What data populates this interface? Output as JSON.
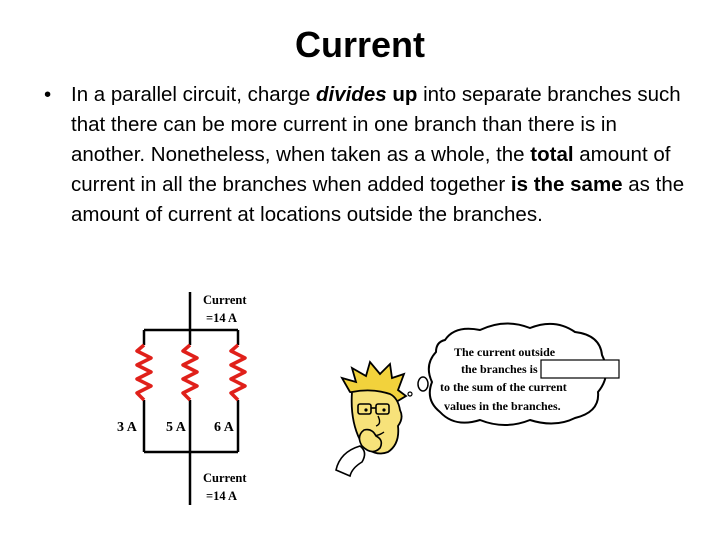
{
  "slide": {
    "title": "Current",
    "bullet_symbol": "•",
    "bullet_runs": [
      {
        "text": "In a parallel circuit, charge ",
        "style": "normal"
      },
      {
        "text": "divides",
        "style": "bold-italic"
      },
      {
        "text": " ",
        "style": "normal"
      },
      {
        "text": "up",
        "style": "bold"
      },
      {
        "text": " into separate branches such that there can be more current in one branch than there is in another. Nonetheless, when taken as a whole, the ",
        "style": "normal"
      },
      {
        "text": "total",
        "style": "bold"
      },
      {
        "text": " amount of current in all the branches when added together ",
        "style": "normal"
      },
      {
        "text": "is the same",
        "style": "bold"
      },
      {
        "text": " as the amount of current at locations outside the branches.",
        "style": "normal"
      }
    ]
  },
  "diagram": {
    "top_label_line1": "Current",
    "top_label_line2": "=14 A",
    "bottom_label_line1": "Current",
    "bottom_label_line2": "=14 A",
    "branch_labels": [
      "3 A",
      "5 A",
      "6 A"
    ],
    "bubble_lines": [
      "The current outside",
      "the branches is",
      "to the sum of the current",
      "values in the branches."
    ],
    "colors": {
      "resistor": "#e0201a",
      "face": "#f7e27a",
      "hair": "#f2d23c",
      "glasses": "#000000"
    }
  }
}
